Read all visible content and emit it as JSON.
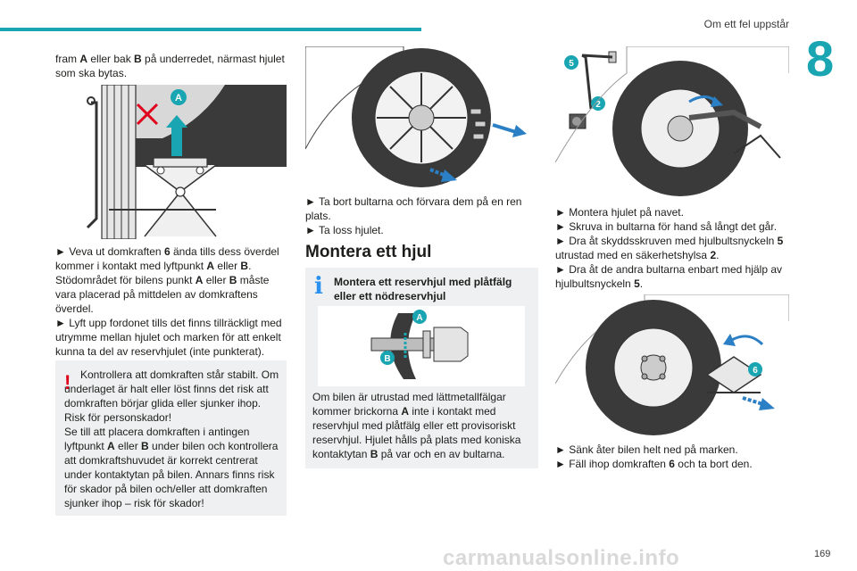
{
  "header": {
    "title": "Om ett fel uppstår",
    "chapter": "8"
  },
  "col1": {
    "intro": [
      {
        "t": "fram "
      },
      {
        "t": "A",
        "b": true
      },
      {
        "t": " eller bak "
      },
      {
        "t": "B",
        "b": true
      },
      {
        "t": " på underredet, närmast hjulet som ska bytas."
      }
    ],
    "fig_labels": {
      "point": "A"
    },
    "steps1": [
      [
        {
          "t": "► Veva ut domkraften "
        },
        {
          "t": "6",
          "b": true
        },
        {
          "t": " ända tills dess överdel kommer i kontakt med lyftpunkt "
        },
        {
          "t": "A",
          "b": true
        },
        {
          "t": " eller "
        },
        {
          "t": "B",
          "b": true
        },
        {
          "t": "."
        }
      ],
      [
        {
          "t": "Stödområdet för bilens punkt "
        },
        {
          "t": "A",
          "b": true
        },
        {
          "t": " eller "
        },
        {
          "t": "B",
          "b": true
        },
        {
          "t": " måste vara placerad på mittdelen av domkraftens överdel."
        }
      ],
      [
        {
          "t": "► Lyft upp fordonet tills det finns tillräckligt med utrymme mellan hjulet och marken för att enkelt kunna ta del av reservhjulet (inte punkterat)."
        }
      ]
    ],
    "warning": {
      "icon": "!",
      "lines": [
        [
          {
            "t": "Kontrollera att domkraften står stabilt. Om underlaget är halt eller löst finns det risk att domkraften börjar glida eller sjunker ihop. Risk för personskador!"
          }
        ],
        [
          {
            "t": "Se till att placera domkraften i antingen lyftpunkt "
          },
          {
            "t": "A",
            "b": true
          },
          {
            "t": " eller "
          },
          {
            "t": "B",
            "b": true
          },
          {
            "t": " under bilen och kontrollera att domkraftshuvudet är korrekt centrerat under kontaktytan på bilen. Annars finns risk för skador på bilen och/eller att domkraften sjunker ihop – risk för skador!"
          }
        ]
      ]
    }
  },
  "col2": {
    "steps": [
      [
        {
          "t": "► Ta bort bultarna och förvara dem på en ren plats."
        }
      ],
      [
        {
          "t": "► Ta loss hjulet."
        }
      ]
    ],
    "section_title": "Montera ett hjul",
    "info": {
      "icon": "i",
      "title": "Montera ett reservhjul med plåtfälg eller ett nödreservhjul",
      "fig_labels": {
        "a": "A",
        "b": "B"
      },
      "text": [
        {
          "t": "Om bilen är utrustad med lättmetallfälgar kommer brickorna "
        },
        {
          "t": "A",
          "b": true
        },
        {
          "t": " inte i kontakt med reservhjul med plåtfälg eller ett provisoriskt reservhjul. Hjulet hålls på plats med koniska kontaktytan "
        },
        {
          "t": "B",
          "b": true
        },
        {
          "t": " på var och en av bultarna."
        }
      ]
    }
  },
  "col3": {
    "fig_labels": {
      "wrench": "5",
      "lock": "2",
      "jack": "6"
    },
    "steps1": [
      [
        {
          "t": "► Montera hjulet på navet."
        }
      ],
      [
        {
          "t": "► Skruva in bultarna för hand så långt det går."
        }
      ],
      [
        {
          "t": "► Dra åt skyddsskruven med hjulbultsnyckeln "
        },
        {
          "t": "5",
          "b": true
        },
        {
          "t": " utrustad med en säkerhetshylsa "
        },
        {
          "t": "2",
          "b": true
        },
        {
          "t": "."
        }
      ],
      [
        {
          "t": "► Dra åt de andra bultarna enbart med hjälp av hjulbultsnyckeln "
        },
        {
          "t": "5",
          "b": true
        },
        {
          "t": "."
        }
      ]
    ],
    "steps2": [
      [
        {
          "t": "► Sänk åter bilen helt ned på marken."
        }
      ],
      [
        {
          "t": "► Fäll ihop domkraften "
        },
        {
          "t": "6",
          "b": true
        },
        {
          "t": " och ta bort den."
        }
      ]
    ]
  },
  "footer": {
    "page": "169",
    "watermark": "carmanualsonline.info"
  },
  "colors": {
    "accent": "#19a5b2",
    "warning": "#e1001a",
    "info": "#2a91f0",
    "arrow": "#2b7fc4"
  }
}
